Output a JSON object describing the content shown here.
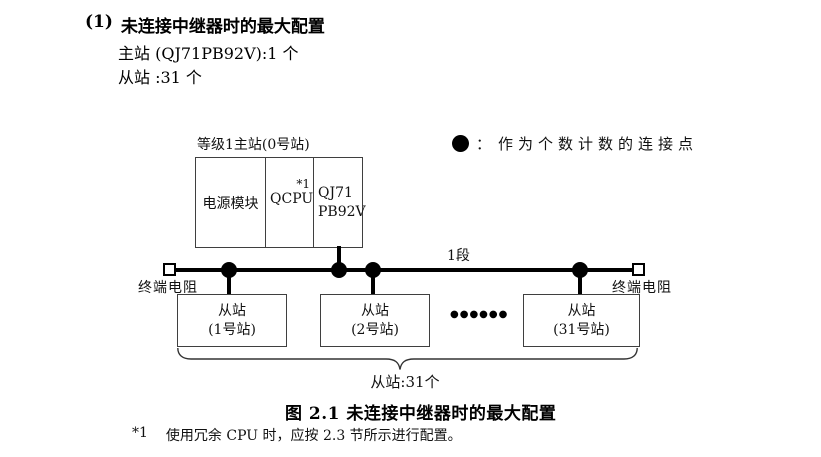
{
  "colors": {
    "ink": "#111111",
    "line": "#000000",
    "box_border": "#3f3f3f"
  },
  "heading": {
    "number": "(1)",
    "title": "未连接中继器时的最大配置"
  },
  "specs": {
    "master": "主站 (QJ71PB92V):1 个",
    "slaves": "从站 :31 个"
  },
  "diagram": {
    "master_station": {
      "label": "等级1主站(0号站)",
      "cells": {
        "power": "电源模块",
        "cpu": "QCPU",
        "cpu_footnote_ref": "*1",
        "module_line1": "QJ71",
        "module_line2": "PB92V"
      }
    },
    "legend": {
      "marker_icon": "filled-circle",
      "separator": "：",
      "text": "作为个数计数的连接点"
    },
    "segment_label": "1段",
    "terminators": {
      "left": "终端电阻",
      "right": "终端电阻"
    },
    "slaves": [
      {
        "line1": "从站",
        "line2": "(1号站)"
      },
      {
        "line1": "从站",
        "line2": "(2号站)"
      },
      {
        "line1": "从站",
        "line2": "(31号站)"
      }
    ],
    "ellipsis": "●●●●●●",
    "brace_label": "从站:31个"
  },
  "caption": "图 2.1 未连接中继器时的最大配置",
  "footnote": {
    "marker": "*1",
    "text": "使用冗余 CPU 时，应按 2.3 节所示进行配置。"
  }
}
